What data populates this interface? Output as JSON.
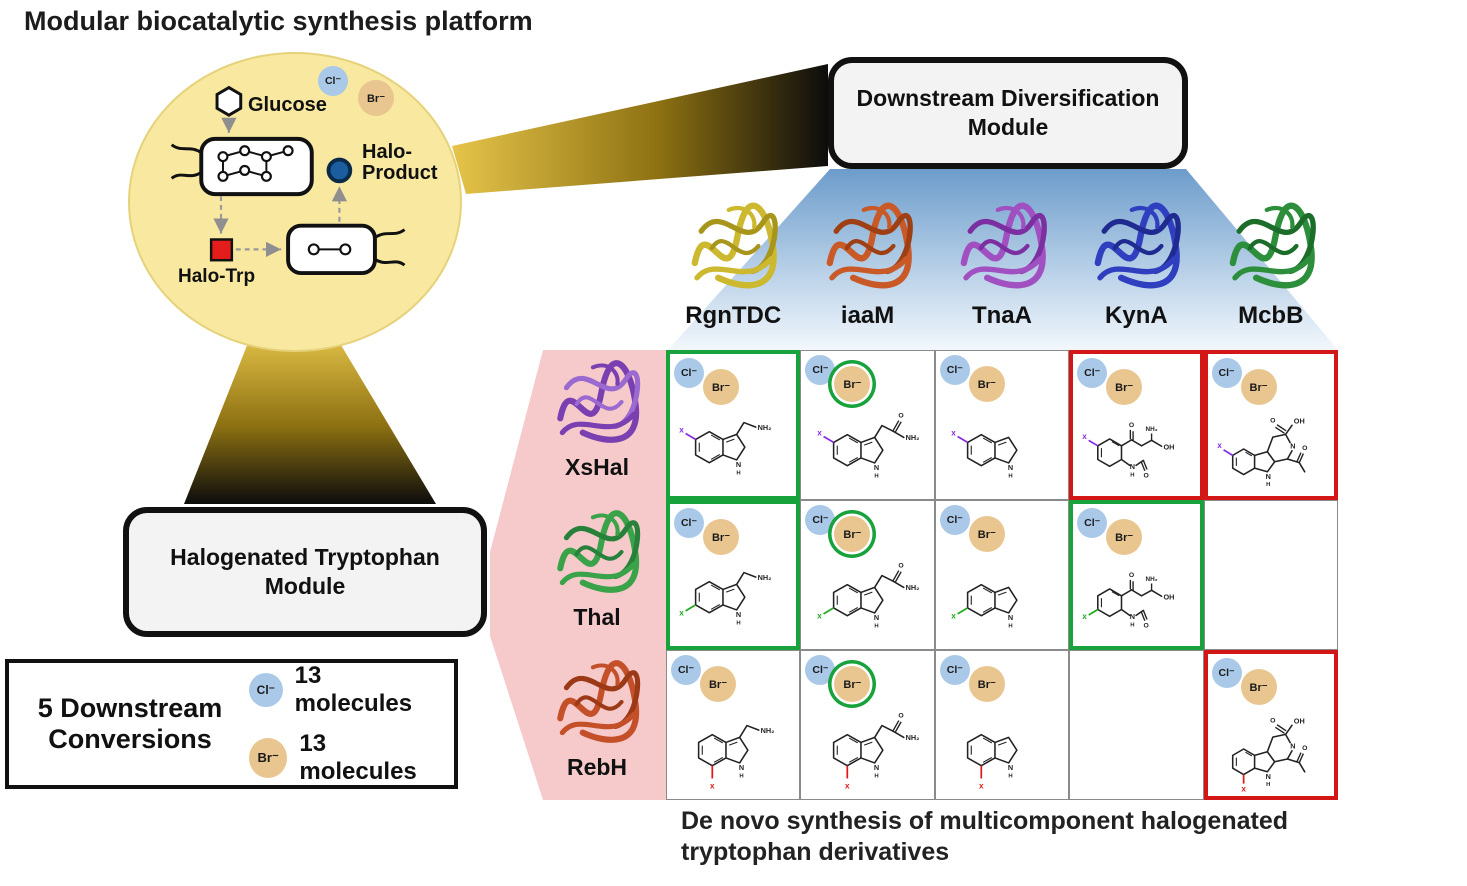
{
  "title": "Modular biocatalytic synthesis platform",
  "caption": "De novo synthesis of multicomponent halogenated tryptophan derivatives",
  "ions": {
    "cl": "Cl⁻",
    "br": "Br⁻"
  },
  "cell_factory": {
    "glucose": "Glucose",
    "halo_product": "Halo-Product",
    "halo_trp": "Halo-Trp"
  },
  "modules": {
    "downstream": "Downstream Diversification Module",
    "halogenated": "Halogenated Tryptophan Module"
  },
  "legend": {
    "title": "5 Downstream Conversions",
    "cl_count": "13 molecules",
    "br_count": "13 molecules"
  },
  "molecule_labels": {
    "x": "x",
    "n": "N",
    "h": "H",
    "nh2": "NH₂",
    "o": "O",
    "oh": "OH"
  },
  "colors": {
    "ion_cl": "#aac9e9",
    "ion_br": "#e9c58f",
    "highlight_green": "#17a23b",
    "highlight_red": "#d31616",
    "beam_gold": "#e2bf3f",
    "module_blue": "#7fa8d2",
    "module_pink": "#f6caca",
    "halo_trp_red": "#e31c1c",
    "halo_product_blue": "#1b5d9e"
  },
  "matrix": {
    "columns": [
      {
        "name": "RgnTDC",
        "color": "#cdb92f",
        "color2": "#a8961c"
      },
      {
        "name": "iaaM",
        "color": "#c95a28",
        "color2": "#9e3f14"
      },
      {
        "name": "TnaA",
        "color": "#a050c0",
        "color2": "#7b2fa0"
      },
      {
        "name": "KynA",
        "color": "#2f3fc0",
        "color2": "#1f2b90"
      },
      {
        "name": "McbB",
        "color": "#2d8f3c",
        "color2": "#1c6c2a"
      }
    ],
    "rows": [
      {
        "name": "XsHal",
        "color": "#7a3fb0",
        "color2": "#9b6ad0",
        "halogen_color": "#8a2be2",
        "halogen_pos": "l"
      },
      {
        "name": "Thal",
        "color": "#3aa34a",
        "color2": "#27813a",
        "halogen_color": "#1faa1f",
        "halogen_pos": "ll"
      },
      {
        "name": "RebH",
        "color": "#c4502a",
        "color2": "#9c3a18",
        "halogen_color": "#e01818",
        "halogen_pos": "b"
      }
    ],
    "cells": [
      [
        {
          "border": "green",
          "molecule": "tryptamine"
        },
        {
          "border": "none",
          "molecule": "acetamide",
          "br_ring": true
        },
        {
          "border": "none",
          "molecule": "indole"
        },
        {
          "border": "red",
          "molecule": "kynurenine"
        },
        {
          "border": "red",
          "molecule": "carboline"
        }
      ],
      [
        {
          "border": "green",
          "molecule": "tryptamine"
        },
        {
          "border": "none",
          "molecule": "acetamide",
          "br_ring": true
        },
        {
          "border": "none",
          "molecule": "indole"
        },
        {
          "border": "green",
          "molecule": "kynurenine"
        },
        {
          "empty": true
        }
      ],
      [
        {
          "border": "none",
          "molecule": "tryptamine"
        },
        {
          "border": "none",
          "molecule": "acetamide",
          "br_ring": true
        },
        {
          "border": "none",
          "molecule": "indole"
        },
        {
          "empty": true
        },
        {
          "border": "red",
          "molecule": "carboline"
        }
      ]
    ]
  }
}
